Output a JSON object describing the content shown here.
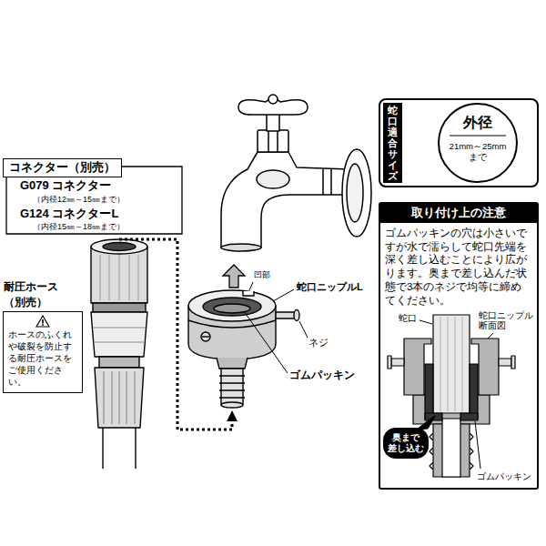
{
  "diagram": {
    "nodes": [
      {
        "text": [
          "コネクター（別売）"
        ]
      },
      {
        "text": [
          "耐圧ホース（別売）",
          "ホースのふくれや破裂を防止する耐圧ホースをご使用ください。"
        ]
      },
      {
        "text": [
          "蛇口適合サイズ"
        ]
      },
      {
        "text": [
          "外径",
          "21mm～25mm まで"
        ],
        "in": 2
      },
      {
        "text": [
          "取り付け上の注意",
          "ゴムパッキンの穴は小さいですが水で濡らして蛇口先端を深く差し込むことにより広がります。奥まで差し込んだ状態で3本のネジで均等に締めてください。"
        ]
      },
      {
        "text": [
          "奥まで 差し込む"
        ],
        "in": 4
      }
    ],
    "labels": [
      "G079 コネクター",
      "（内径12㎜～15㎜まで）",
      "G124 コネクターL",
      "（内径15㎜～18㎜まで）",
      "凹部",
      "蛇口ニップルL",
      "ネジ",
      "ゴムパッキン",
      "蛇口",
      "蛇口ニップル 断面図",
      "ゴムパッキン"
    ]
  }
}
